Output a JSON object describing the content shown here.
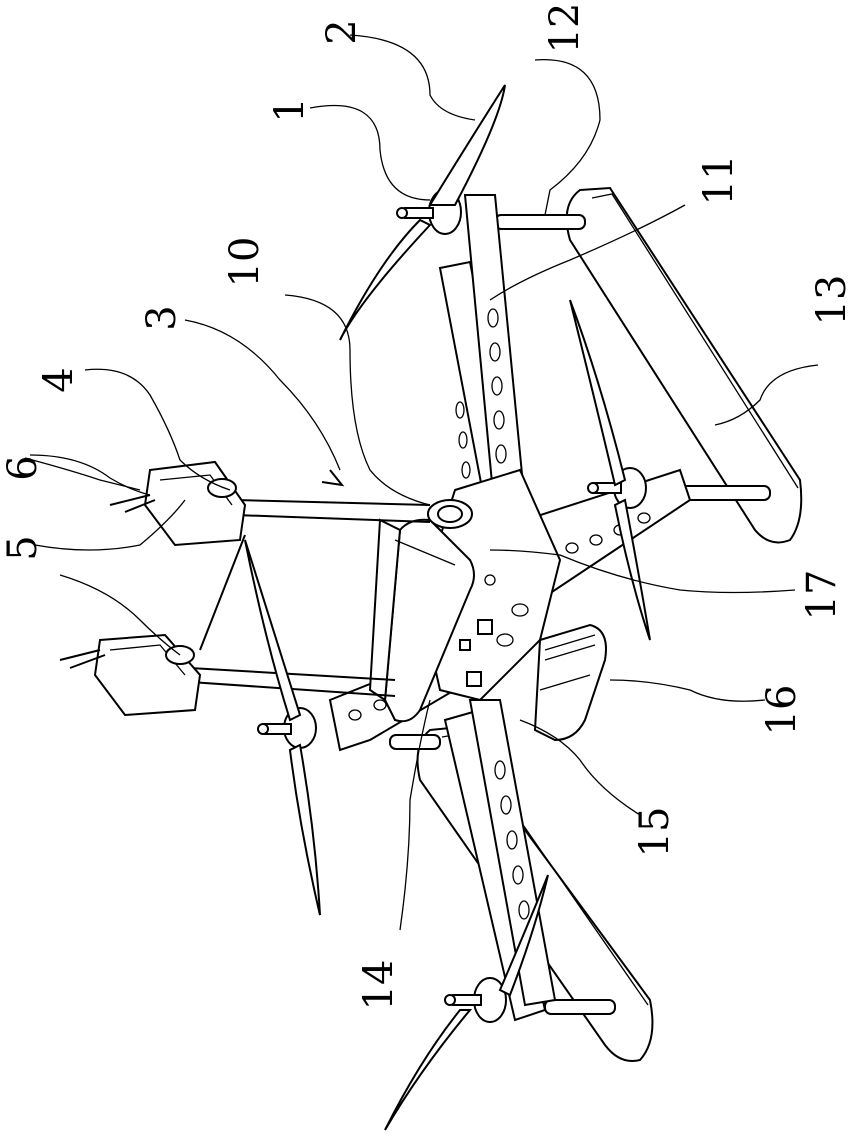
{
  "figure": {
    "labels": {
      "l1": "1",
      "l2": "2",
      "l3": "3",
      "l4": "4",
      "l5": "5",
      "l6": "6",
      "l10": "10",
      "l11": "11",
      "l12": "12",
      "l13": "13",
      "l14": "14",
      "l15": "15",
      "l16": "16",
      "l17": "17"
    }
  }
}
